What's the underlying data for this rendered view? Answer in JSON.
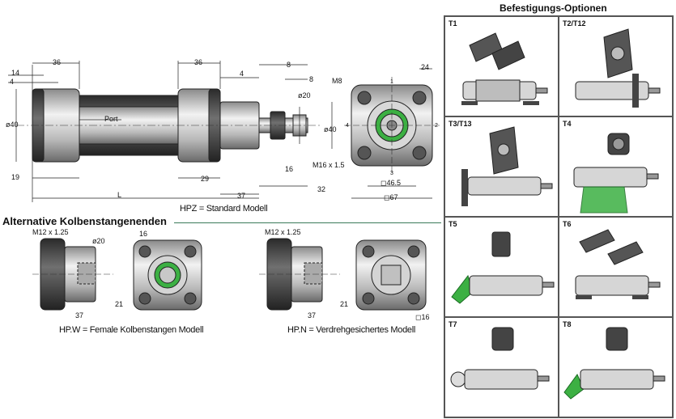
{
  "header": {
    "options_title": "Befestigungs-Optionen"
  },
  "main_drawing": {
    "caption": "HPZ = Standard Modell",
    "dims": {
      "d14": "14",
      "d4a": "4",
      "d36a": "36",
      "d36b": "36",
      "d4b": "4",
      "d8a": "8",
      "d8b": "8",
      "d24": "24",
      "dia40a": "ø40",
      "dia20": "ø20",
      "dia40b": "ø40",
      "port": "Port",
      "m8": "M8",
      "d19": "19",
      "d29": "29",
      "d16": "16",
      "thread": "M16 x 1.5",
      "L": "L",
      "d37": "37",
      "d32": "32",
      "sq465": "◻46.5",
      "sq67": "◻67",
      "n1": "1",
      "n2": "2",
      "n3": "3",
      "n4": "4"
    }
  },
  "alt_section": {
    "title": "Alternative Kolbenstangenenden",
    "hpw": {
      "caption": "HP.W = Female Kolbenstangen Modell",
      "thread": "M12 x 1.25",
      "dia20": "ø20",
      "d16": "16",
      "d37": "37",
      "d21": "21"
    },
    "hpn": {
      "caption": "HP.N = Verdrehgesichertes Modell",
      "thread": "M12 x 1.25",
      "d37": "37",
      "d21": "21",
      "sq16": "◻16"
    }
  },
  "options": [
    {
      "code": "T1"
    },
    {
      "code": "T2/T12"
    },
    {
      "code": "T3/T13"
    },
    {
      "code": "T4"
    },
    {
      "code": "T5"
    },
    {
      "code": "T6"
    },
    {
      "code": "T7"
    },
    {
      "code": "T8"
    }
  ],
  "colors": {
    "metal": "#c8c8c8",
    "dark": "#3a3a3a",
    "green": "#3cb043",
    "line": "#222222"
  }
}
